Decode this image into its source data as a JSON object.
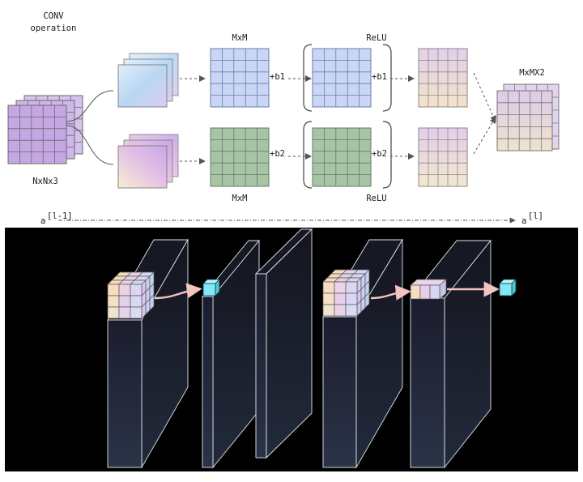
{
  "top": {
    "conv_label_line1": "CONV",
    "conv_label_line2": "operation",
    "input_label": "NxNx3",
    "mxm_top": "MxM",
    "mxm_bottom": "MxM",
    "relu_top": "ReLU",
    "relu_bottom": "ReLU",
    "bias1": "+b1",
    "bias2": "+b2",
    "output_label": "MxMX2",
    "a_left_base": "a",
    "a_left_sup": "[l-1]",
    "a_right_base": "a",
    "a_right_sup": "[l]"
  },
  "colors": {
    "conv_blue_light": "#cfe0f6",
    "conv_blue_tint": "#b9d7f2",
    "conv_purple": "#d8b8e8",
    "conv_cream": "#f6ecd0",
    "grid_blue": "#c9d6f5",
    "grid_green": "#a9c3a5",
    "output_top": "#e8c9e0",
    "input_purple": "#c5a7e3",
    "cube_cyan": "#7fe9f5",
    "arrow_pink": "#f6c9c5",
    "panel_black": "#000000"
  }
}
